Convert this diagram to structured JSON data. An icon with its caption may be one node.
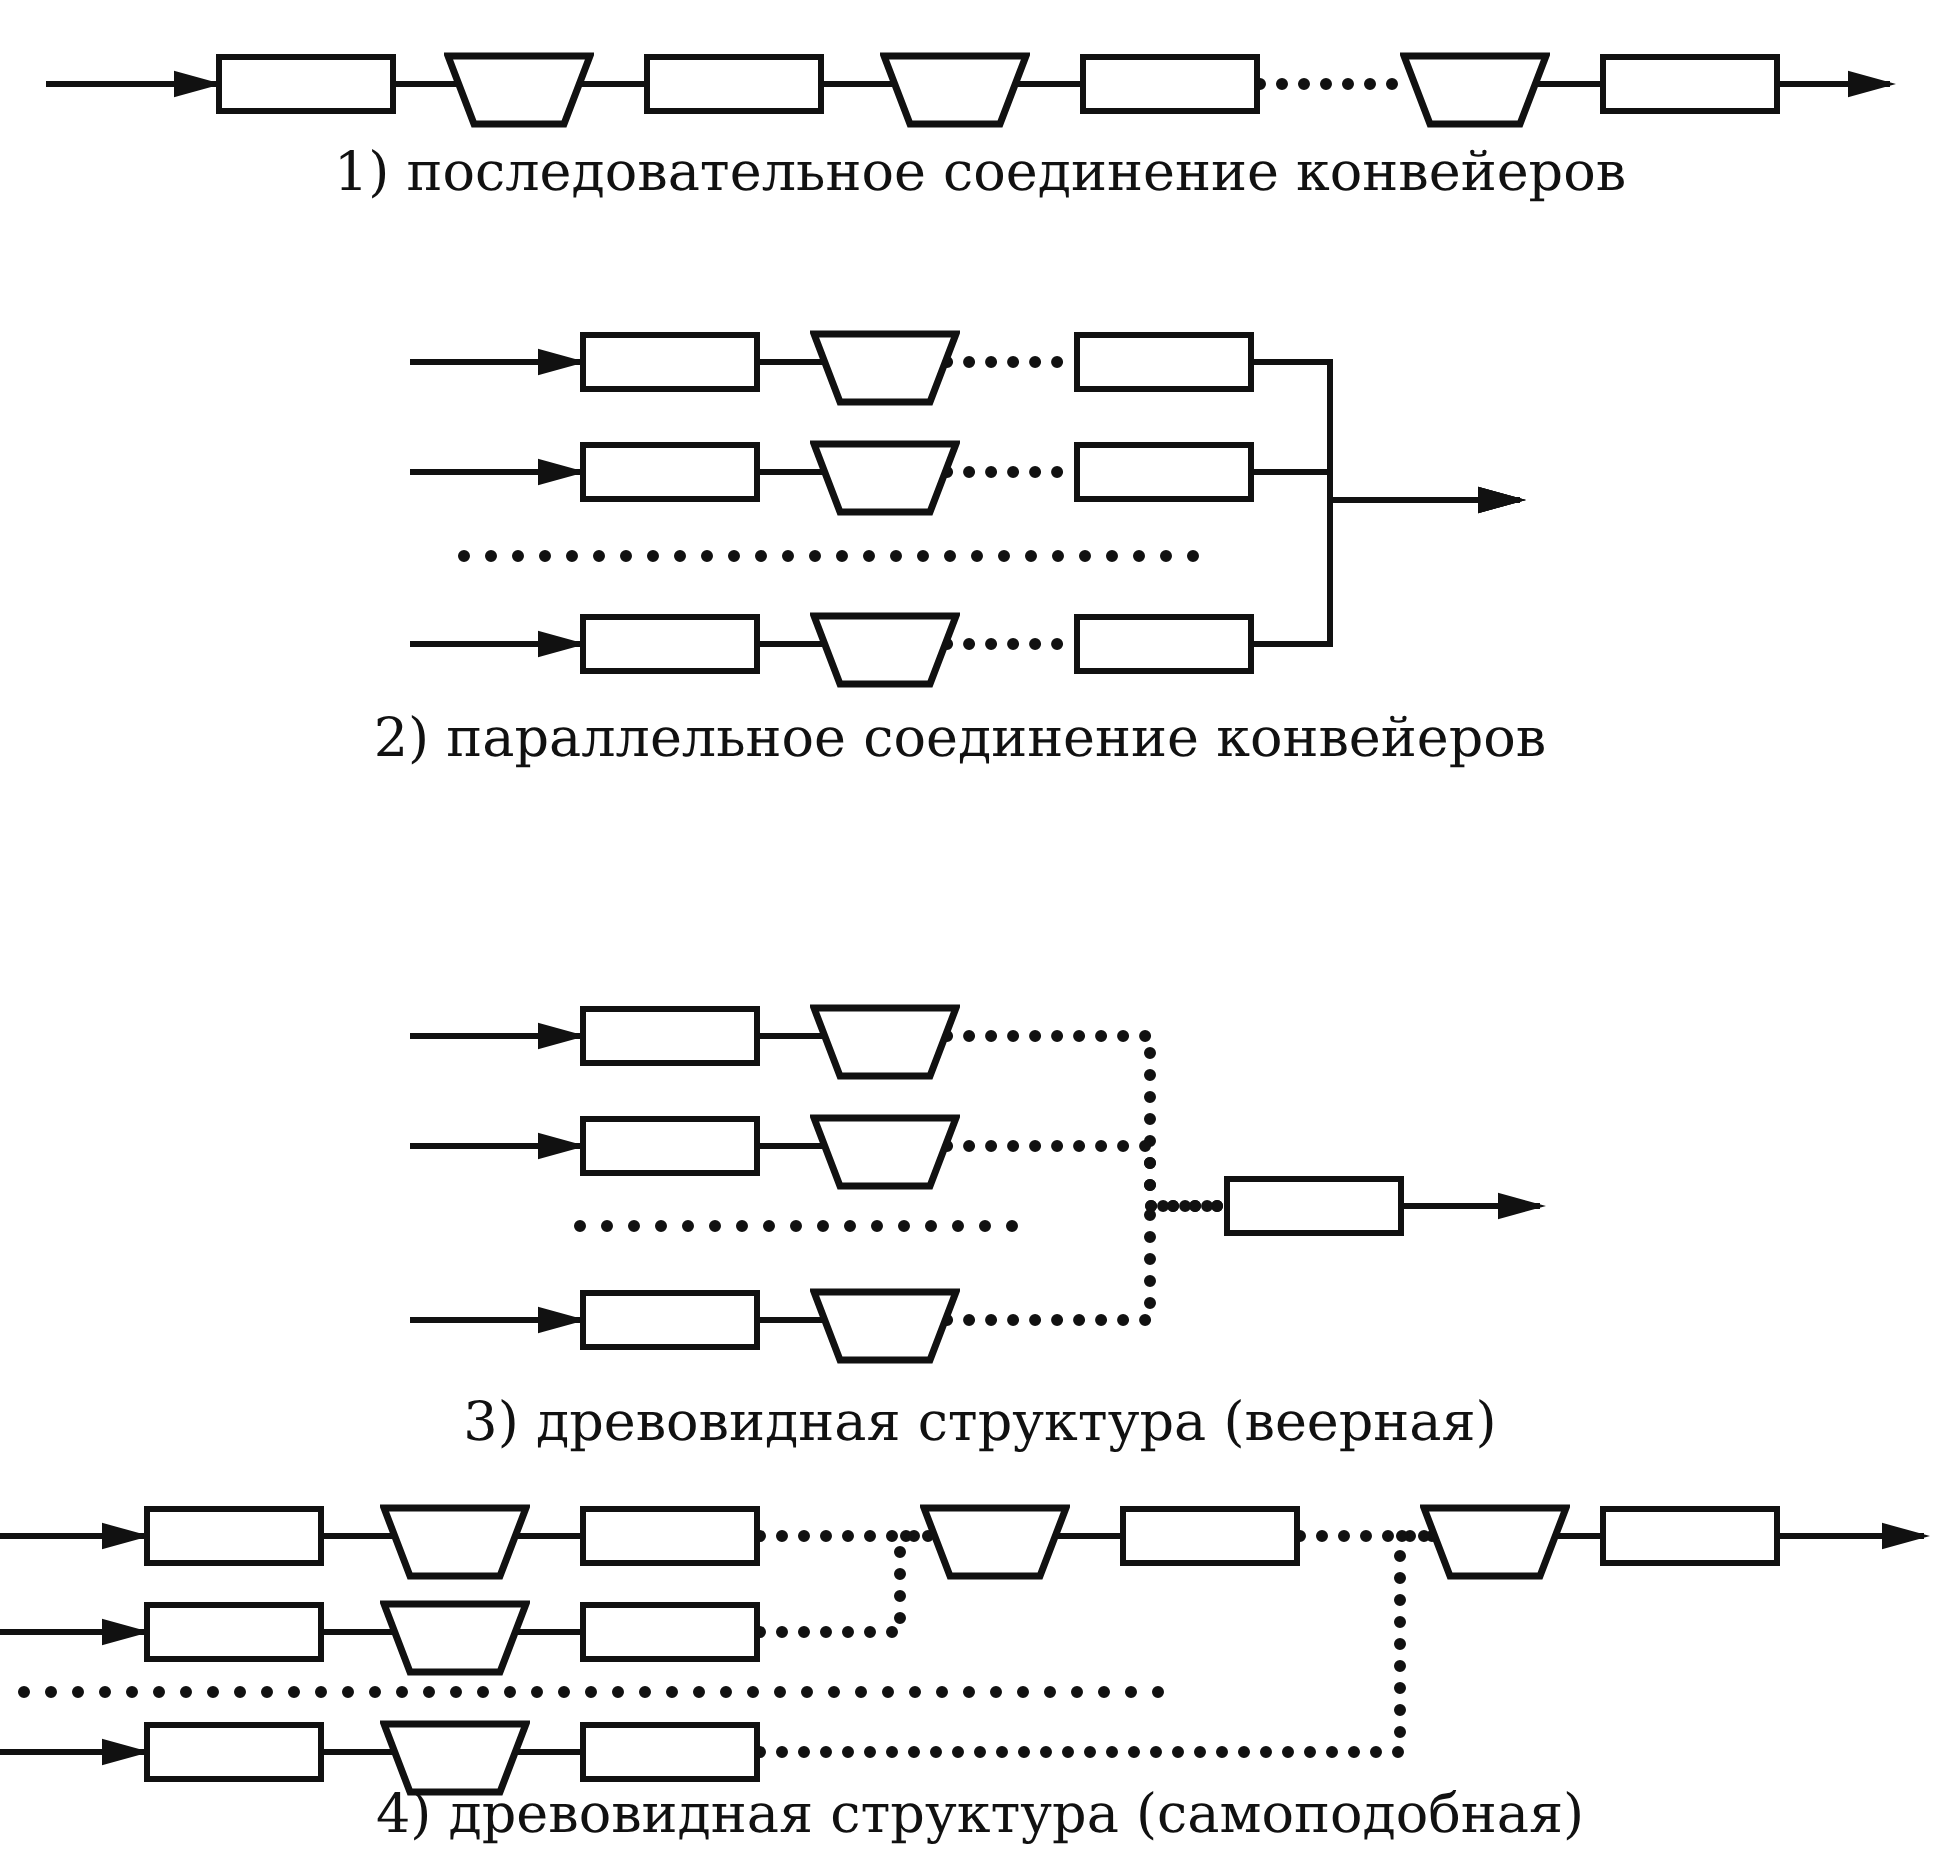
{
  "diagram": {
    "nodes": [
      {
        "text": [],
        "shape": "box"
      },
      {
        "text": [],
        "shape": "trapezoid"
      },
      {
        "text": [],
        "shape": "box"
      },
      {
        "text": [],
        "shape": "trapezoid"
      },
      {
        "text": [],
        "shape": "box"
      },
      {
        "text": [],
        "shape": "trapezoid"
      },
      {
        "text": [],
        "shape": "box"
      },
      {
        "text": [],
        "shape": "box"
      },
      {
        "text": [],
        "shape": "trapezoid"
      },
      {
        "text": [],
        "shape": "box"
      },
      {
        "text": [],
        "shape": "box"
      },
      {
        "text": [],
        "shape": "trapezoid"
      },
      {
        "text": [],
        "shape": "box"
      },
      {
        "text": [],
        "shape": "box"
      },
      {
        "text": [],
        "shape": "trapezoid"
      },
      {
        "text": [],
        "shape": "box"
      },
      {
        "text": [],
        "shape": "box"
      },
      {
        "text": [],
        "shape": "trapezoid"
      },
      {
        "text": [],
        "shape": "box"
      },
      {
        "text": [],
        "shape": "trapezoid"
      },
      {
        "text": [],
        "shape": "box"
      },
      {
        "text": [],
        "shape": "trapezoid"
      },
      {
        "text": [],
        "shape": "box"
      },
      {
        "text": [],
        "shape": "box"
      },
      {
        "text": [],
        "shape": "trapezoid"
      },
      {
        "text": [],
        "shape": "box"
      },
      {
        "text": [],
        "shape": "trapezoid"
      },
      {
        "text": [],
        "shape": "box"
      },
      {
        "text": [],
        "shape": "trapezoid"
      },
      {
        "text": [],
        "shape": "box"
      },
      {
        "text": [],
        "shape": "box"
      },
      {
        "text": [],
        "shape": "trapezoid"
      },
      {
        "text": [],
        "shape": "box"
      },
      {
        "text": [],
        "shape": "box"
      },
      {
        "text": [],
        "shape": "trapezoid"
      },
      {
        "text": [],
        "shape": "box"
      }
    ],
    "edges": [
      {
        "from": null,
        "to": 0,
        "arrow": "to"
      },
      {
        "from": 0,
        "to": 1,
        "arrow": "none"
      },
      {
        "from": 1,
        "to": 2,
        "arrow": "none"
      },
      {
        "from": 2,
        "to": 3,
        "arrow": "none"
      },
      {
        "from": 3,
        "to": 4,
        "arrow": "none"
      },
      {
        "from": 4,
        "to": 5,
        "arrow": "none",
        "style": "dashed"
      },
      {
        "from": 5,
        "to": 6,
        "arrow": "none"
      },
      {
        "from": 6,
        "to": null,
        "arrow": "to"
      },
      {
        "from": null,
        "to": 7,
        "arrow": "to"
      },
      {
        "from": 7,
        "to": 8,
        "arrow": "none"
      },
      {
        "from": 8,
        "to": 9,
        "arrow": "none",
        "style": "dashed"
      },
      {
        "from": 9,
        "to": null,
        "arrow": "to"
      },
      {
        "from": null,
        "to": 10,
        "arrow": "to"
      },
      {
        "from": 10,
        "to": 11,
        "arrow": "none"
      },
      {
        "from": 11,
        "to": 12,
        "arrow": "none",
        "style": "dashed"
      },
      {
        "from": 12,
        "to": null,
        "arrow": "to"
      },
      {
        "from": null,
        "to": 13,
        "arrow": "to"
      },
      {
        "from": 13,
        "to": 14,
        "arrow": "none"
      },
      {
        "from": 14,
        "to": 15,
        "arrow": "none",
        "style": "dashed"
      },
      {
        "from": 15,
        "to": null,
        "arrow": "to"
      },
      {
        "from": null,
        "to": 16,
        "arrow": "to"
      },
      {
        "from": 16,
        "to": 17,
        "arrow": "none"
      },
      {
        "from": 17,
        "to": 22,
        "arrow": "none",
        "style": "dashed"
      },
      {
        "from": null,
        "to": 18,
        "arrow": "to"
      },
      {
        "from": 18,
        "to": 19,
        "arrow": "none"
      },
      {
        "from": 19,
        "to": 22,
        "arrow": "none",
        "style": "dashed"
      },
      {
        "from": null,
        "to": 20,
        "arrow": "to"
      },
      {
        "from": 20,
        "to": 21,
        "arrow": "none"
      },
      {
        "from": 21,
        "to": 22,
        "arrow": "none",
        "style": "dashed"
      },
      {
        "from": 22,
        "to": null,
        "arrow": "to"
      },
      {
        "from": null,
        "to": 23,
        "arrow": "to"
      },
      {
        "from": 23,
        "to": 24,
        "arrow": "none"
      },
      {
        "from": 24,
        "to": 25,
        "arrow": "none"
      },
      {
        "from": 25,
        "to": 26,
        "arrow": "none",
        "style": "dashed"
      },
      {
        "from": 26,
        "to": 27,
        "arrow": "none"
      },
      {
        "from": 27,
        "to": 28,
        "arrow": "none",
        "style": "dashed"
      },
      {
        "from": 28,
        "to": 29,
        "arrow": "none"
      },
      {
        "from": 29,
        "to": null,
        "arrow": "to"
      },
      {
        "from": null,
        "to": 30,
        "arrow": "to"
      },
      {
        "from": 30,
        "to": 31,
        "arrow": "none"
      },
      {
        "from": 31,
        "to": 32,
        "arrow": "none"
      },
      {
        "from": 32,
        "to": 26,
        "arrow": "none",
        "style": "dashed"
      },
      {
        "from": null,
        "to": 33,
        "arrow": "to"
      },
      {
        "from": 33,
        "to": 34,
        "arrow": "none"
      },
      {
        "from": 34,
        "to": 35,
        "arrow": "none"
      },
      {
        "from": 35,
        "to": 28,
        "arrow": "none",
        "style": "dashed"
      }
    ],
    "labels": [
      "1) последовательное соединение конвейеров",
      "2) параллельное соединение конвейеров",
      "3) древовидная структура (веерная)",
      "4) древовидная структура (самоподобная)"
    ]
  }
}
